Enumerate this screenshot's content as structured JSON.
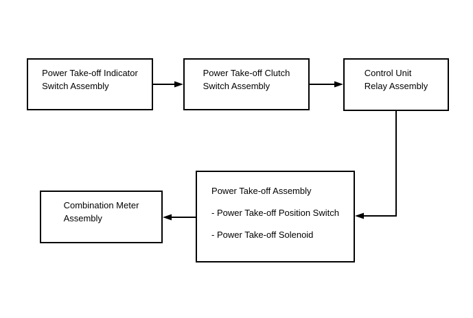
{
  "diagram": {
    "type": "flowchart",
    "background_color": "#ffffff",
    "line_color": "#000000",
    "text_color": "#000000",
    "nodes": [
      {
        "id": "pto-indicator-switch",
        "lines": [
          "Power Take-off Indicator",
          "Switch Assembly"
        ]
      },
      {
        "id": "pto-clutch-switch",
        "lines": [
          "Power Take-off Clutch",
          "Switch Assembly"
        ]
      },
      {
        "id": "control-unit-relay",
        "lines": [
          "Control Unit",
          "Relay Assembly"
        ]
      },
      {
        "id": "pto-assembly",
        "title": "Power Take-off Assembly",
        "items": [
          "- Power Take-off Position Switch",
          "- Power Take-off Solenoid"
        ]
      },
      {
        "id": "combination-meter",
        "lines": [
          "Combination Meter",
          "Assembly"
        ]
      }
    ],
    "edges": [
      {
        "from": "pto-indicator-switch",
        "to": "pto-clutch-switch",
        "direction": "right"
      },
      {
        "from": "pto-clutch-switch",
        "to": "control-unit-relay",
        "direction": "right"
      },
      {
        "from": "control-unit-relay",
        "to": "pto-assembly",
        "direction": "down-left"
      },
      {
        "from": "pto-assembly",
        "to": "combination-meter",
        "direction": "left"
      }
    ]
  }
}
